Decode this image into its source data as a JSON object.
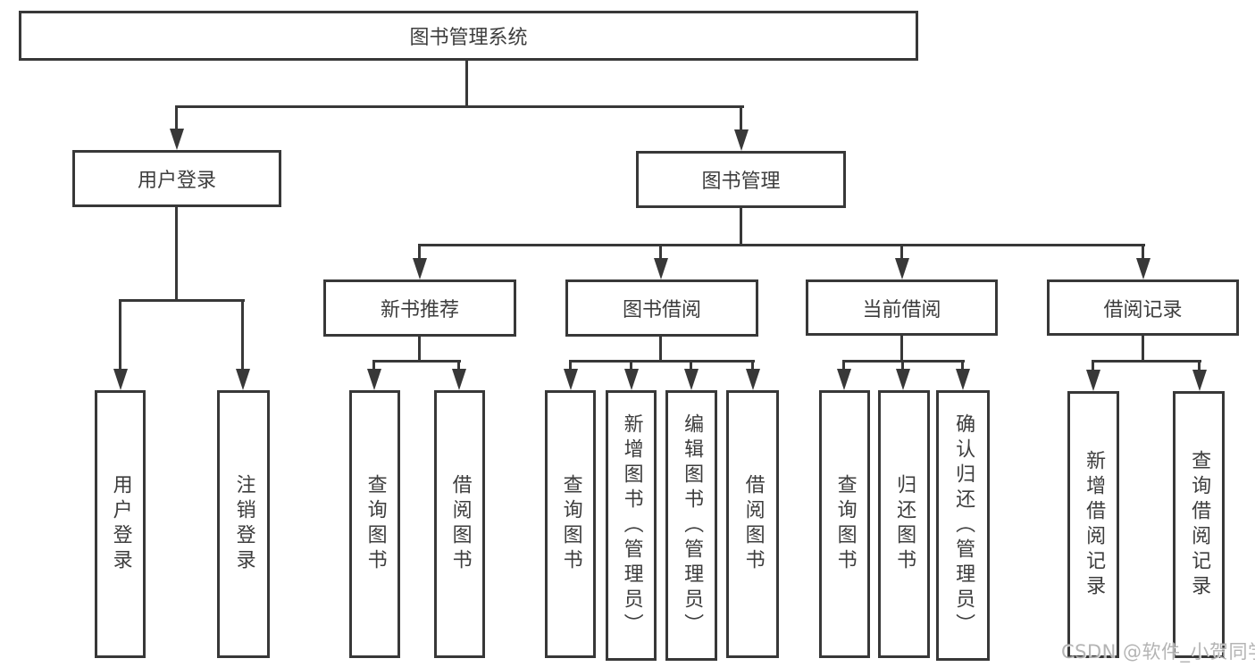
{
  "tree": {
    "root": "图书管理系统",
    "branches": [
      {
        "label": "用户登录",
        "children": [
          "用户登录",
          "注销登录"
        ]
      },
      {
        "label": "图书管理",
        "children": [
          {
            "label": "新书推荐",
            "children": [
              "查询图书",
              "借阅图书"
            ]
          },
          {
            "label": "图书借阅",
            "children": [
              "查询图书",
              "新增图书（管理员）",
              "编辑图书（管理员）",
              "借阅图书"
            ]
          },
          {
            "label": "当前借阅",
            "children": [
              "查询图书",
              "归还图书",
              "确认归还（管理员）"
            ]
          },
          {
            "label": "借阅记录",
            "children": [
              "新增借阅记录",
              "查询借阅记录"
            ]
          }
        ]
      }
    ]
  },
  "watermark": "CSDN @软件_小贺同学",
  "colors": {
    "line": "#383838",
    "text": "#3d3d3d",
    "watermark": "#acacac",
    "background": "#ffffff"
  }
}
